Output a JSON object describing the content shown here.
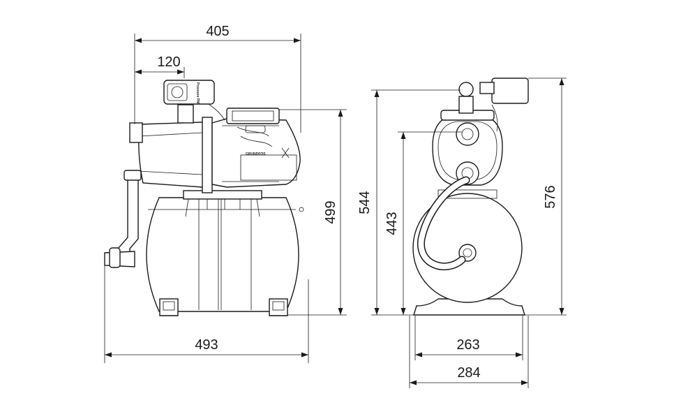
{
  "dimensions": {
    "width_overall": "405",
    "inlet_offset": "120",
    "height_side": "499",
    "length_base": "493",
    "height_front_544": "544",
    "height_front_443": "443",
    "height_front_576": "576",
    "width_base_263": "263",
    "width_base_284": "284"
  },
  "labels": {
    "brand": "GRUNDFOS",
    "switch": "Pressure PM"
  },
  "colors": {
    "line": "#1a1a1a",
    "background": "#ffffff"
  }
}
